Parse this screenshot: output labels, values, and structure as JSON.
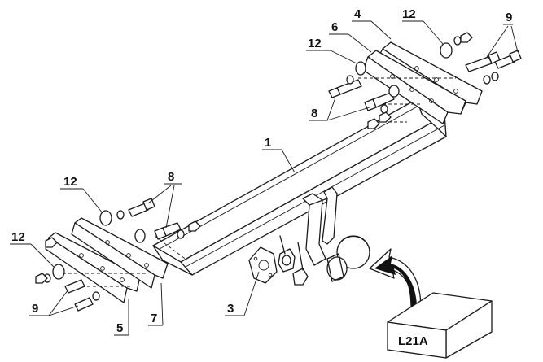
{
  "callouts": {
    "c1": "1",
    "c3": "3",
    "c4": "4",
    "c5": "5",
    "c6": "6",
    "c7": "7",
    "c8a": "8",
    "c8b": "8",
    "c9a": "9",
    "c9b": "9",
    "c12a": "12",
    "c12b": "12",
    "c12c": "12",
    "c12d": "12"
  },
  "badge": {
    "code": "L21A"
  },
  "colors": {
    "ink": "#1a1a1a",
    "paper": "#ffffff"
  }
}
